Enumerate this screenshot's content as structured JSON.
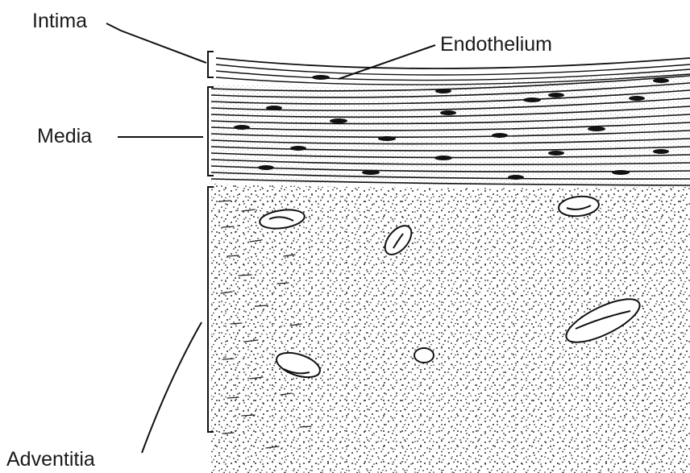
{
  "labels": {
    "intima": "Intima",
    "endothelium": "Endothelium",
    "media": "Media",
    "adventitia": "Adventitia"
  }
}
